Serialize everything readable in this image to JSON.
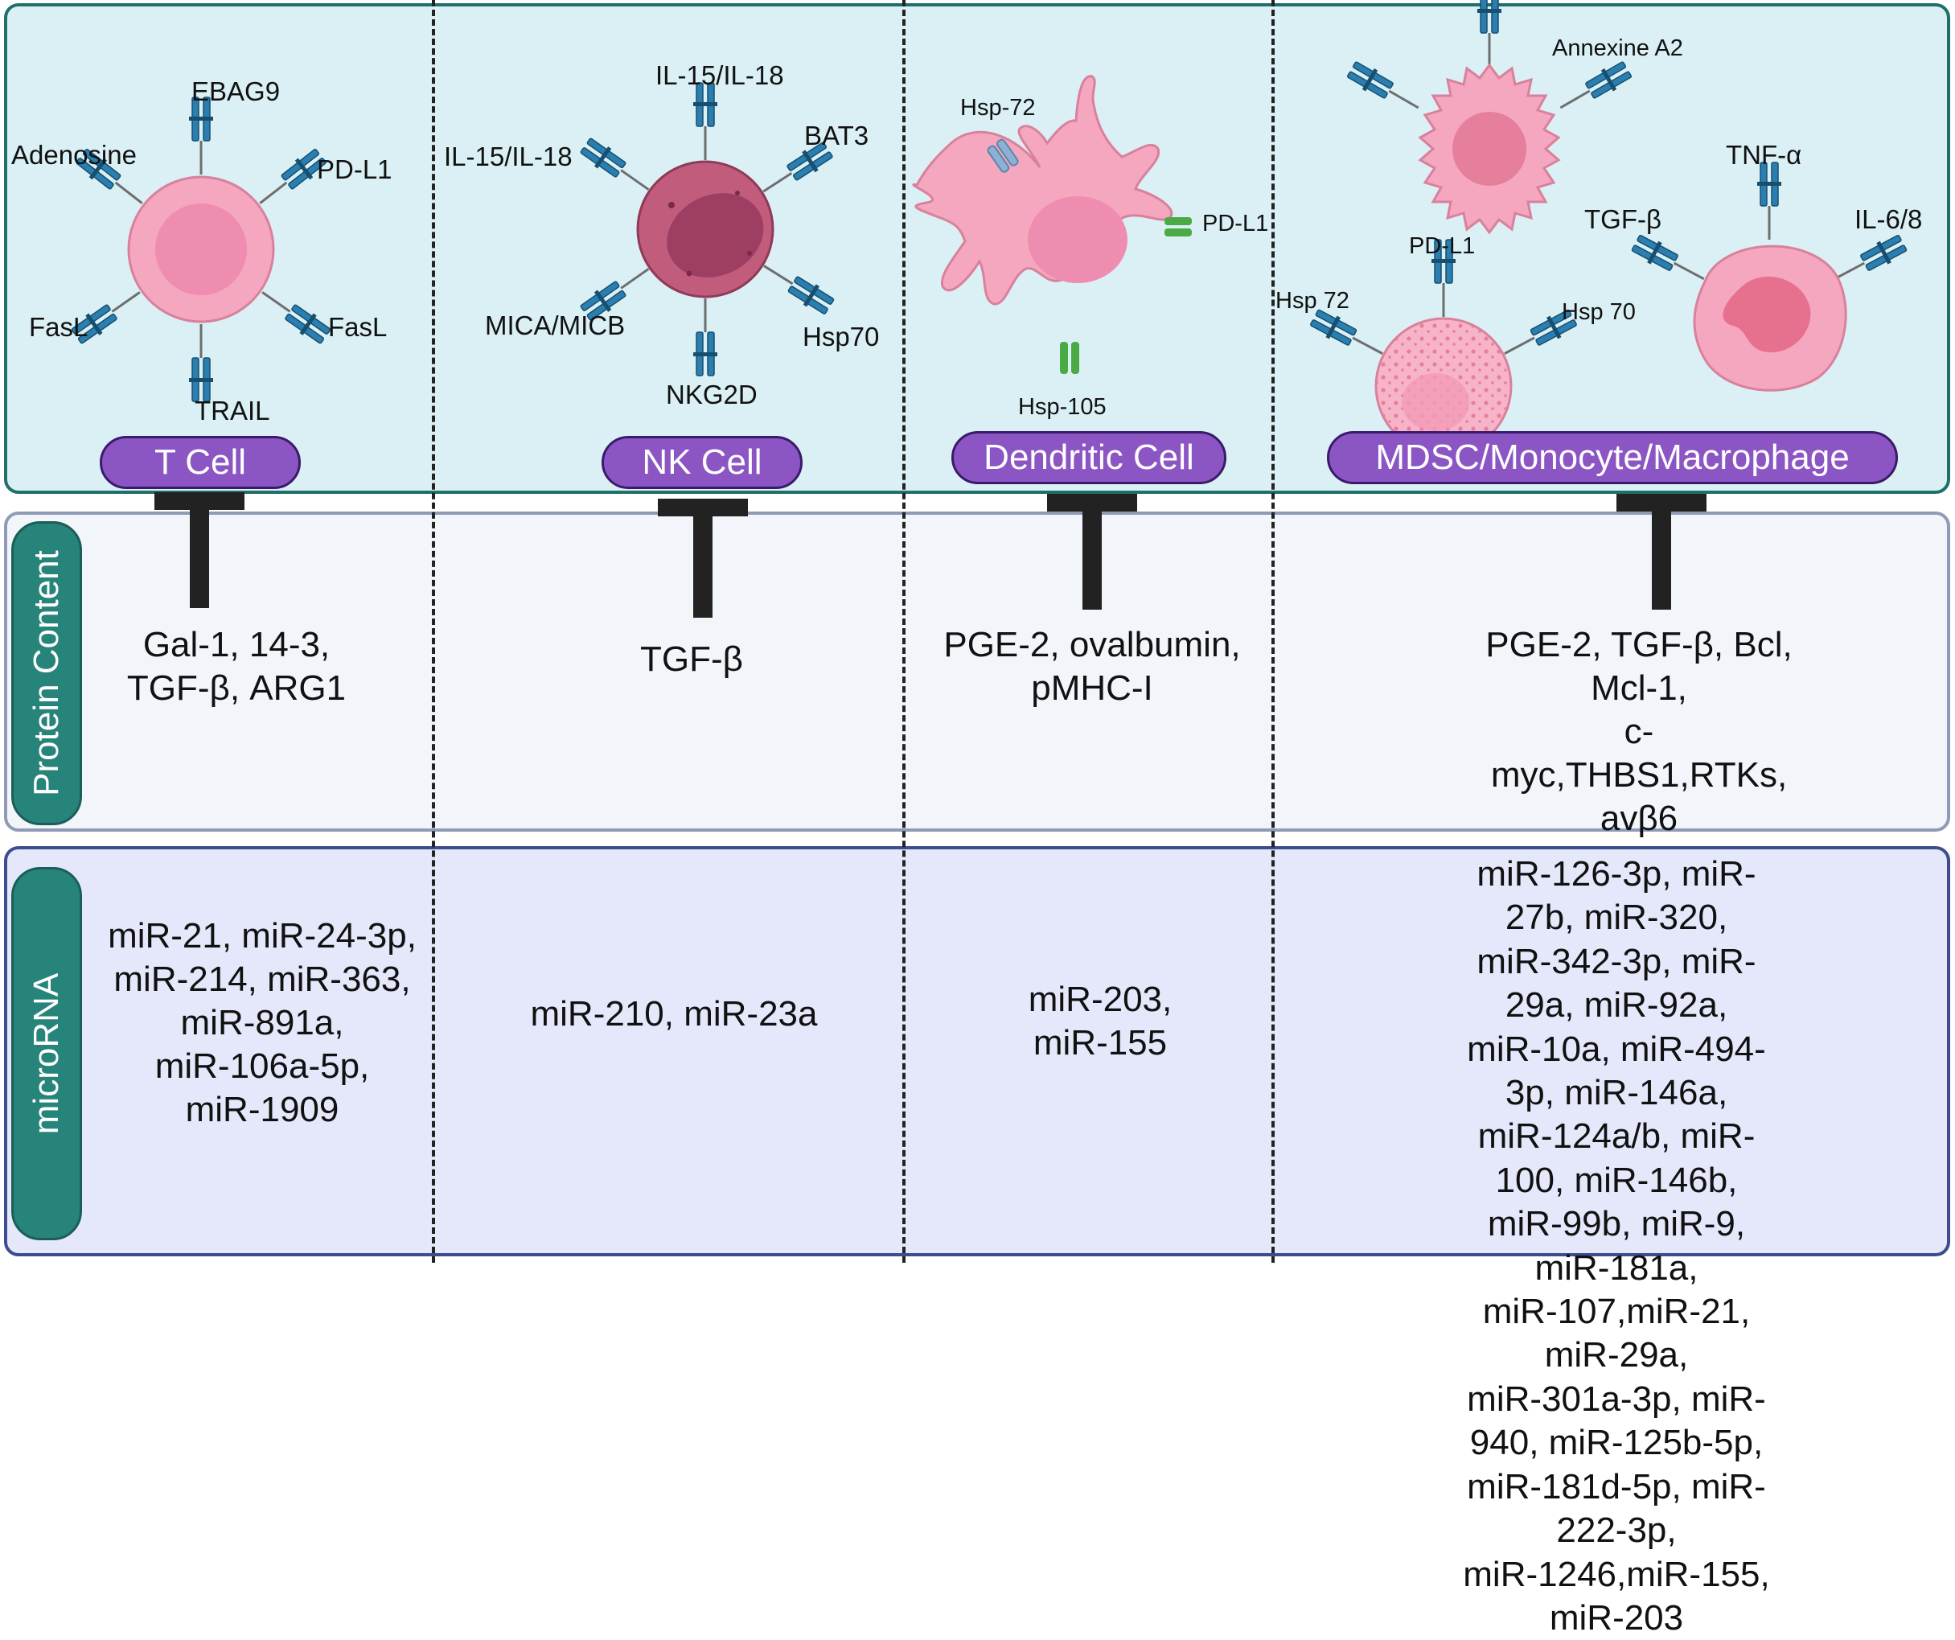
{
  "side_labels": {
    "protein": "Protein Content",
    "microrna": "microRNA"
  },
  "columns": [
    {
      "label": "T Cell",
      "receptors": [
        "EBAG9",
        "Adenosine",
        "PD-L1",
        "FasL",
        "FasL",
        "TRAIL"
      ],
      "protein": "Gal-1, 14-3,\nTGF-β, ARG1",
      "mirna": "miR-21, miR-24-3p,\nmiR-214, miR-363,\nmiR-891a,\nmiR-106a-5p,\nmiR-1909"
    },
    {
      "label": "NK Cell",
      "receptors": [
        "IL-15/IL-18",
        "IL-15/IL-18",
        "BAT3",
        "MICA/MICB",
        "Hsp70",
        "NKG2D"
      ],
      "protein": "TGF-β",
      "mirna": "miR-210, miR-23a"
    },
    {
      "label": "Dendritic Cell",
      "receptors": [
        "Hsp-72",
        "PD-L1",
        "Hsp-105"
      ],
      "protein": "PGE-2, ovalbumin,\npMHC-I",
      "mirna": "miR-203,\nmiR-155"
    },
    {
      "label": "MDSC/Monocyte/Macrophage",
      "receptors": [
        "Annexine A2",
        "TNF-α",
        "TGF-β",
        "IL-6/8",
        "PD-L1",
        "Hsp 72",
        "Hsp 70"
      ],
      "protein": "PGE-2, TGF-β, Bcl, Mcl-1,\nc-myc,THBS1,RTKs, avβ6",
      "mirna": "miR-126-3p, miR-27b, miR-320,\nmiR-342-3p, miR-29a, miR-92a,\nmiR-10a, miR-494-3p, miR-146a,\nmiR-124a/b, miR-100, miR-146b,\nmiR-99b, miR-9, miR-181a,\nmiR-107,miR-21, miR-29a,\nmiR-301a-3p, miR-940, miR-125b-5p,\nmiR-181d-5p, miR-222-3p,\nmiR-1246,miR-155, miR-203"
    }
  ],
  "colors": {
    "top_panel": "#daf0f4",
    "mid_panel": "#f2f6fa",
    "bottom_panel": "#e4e8fa",
    "label_fill": "#8c55c4",
    "tab_fill": "#27847a",
    "receptor": "#2b7fb0",
    "cell_pink": "#f4a7be",
    "nk_cell": "#c25c7c",
    "hsp_green": "#4aab45"
  }
}
